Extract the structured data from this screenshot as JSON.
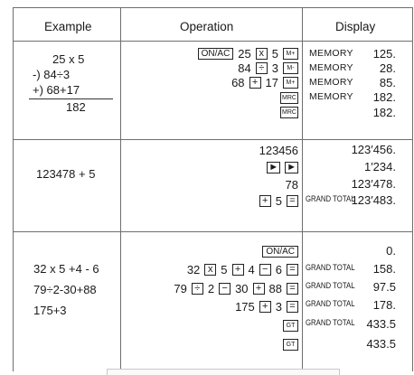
{
  "headers": {
    "example": "Example",
    "operation": "Operation",
    "display": "Display"
  },
  "row1": {
    "example": [
      "25 x 5",
      "-) 84÷3",
      "+) 68+17",
      "182"
    ],
    "operation": {
      "line1": {
        "key1": "ON/AC",
        "n1": "25",
        "key2": "x",
        "n2": "5",
        "key3": "M+"
      },
      "line2": {
        "n1": "84",
        "key1": "÷",
        "n2": "3",
        "key2": "M-"
      },
      "line3": {
        "n1": "68",
        "key1": "+",
        "n2": "17",
        "key2": "M+"
      },
      "line4": {
        "key1": "MRC"
      },
      "line5": {
        "key1": "MRC"
      }
    },
    "display": [
      {
        "label": "MEMORY",
        "value": "125."
      },
      {
        "label": "MEMORY",
        "value": "28."
      },
      {
        "label": "MEMORY",
        "value": "85."
      },
      {
        "label": "MEMORY",
        "value": "182."
      },
      {
        "label": "",
        "value": "182."
      }
    ]
  },
  "row2": {
    "example": "123478 + 5",
    "operation": {
      "line1": {
        "n1": "123456"
      },
      "line2": {
        "key1": "►",
        "key2": "►"
      },
      "line3": {
        "n1": "78"
      },
      "line4": {
        "key1": "+",
        "n1": "5",
        "key2": "="
      }
    },
    "display": [
      {
        "label": "",
        "value": "123′456."
      },
      {
        "label": "",
        "value": "1′234."
      },
      {
        "label": "",
        "value": "123′478."
      },
      {
        "label": "GRAND TOTAL",
        "value": "123′483."
      }
    ]
  },
  "row3": {
    "example": [
      "32 x 5 +4 - 6",
      "79÷2-30+88",
      "175+3"
    ],
    "operation": {
      "line1": {
        "key1": "ON/AC"
      },
      "line2": {
        "n1": "32",
        "k1": "x",
        "n2": "5",
        "k2": "+",
        "n3": "4",
        "k3": "−",
        "n4": "6",
        "k4": "="
      },
      "line3": {
        "n1": "79",
        "k1": "÷",
        "n2": "2",
        "k2": "−",
        "n3": "30",
        "k3": "+",
        "n4": "88",
        "k4": "="
      },
      "line4": {
        "n1": "175",
        "k1": "+",
        "n2": "3",
        "k2": "="
      },
      "line5": {
        "key1": "GT"
      },
      "line6": {
        "key1": "GT"
      }
    },
    "display": [
      {
        "label": "",
        "value": "0."
      },
      {
        "label": "GRAND TOTAL",
        "value": "158."
      },
      {
        "label": "GRAND TOTAL",
        "value": "97.5"
      },
      {
        "label": "GRAND TOTAL",
        "value": "178."
      },
      {
        "label": "GRAND TOTAL",
        "value": "433.5"
      },
      {
        "label": "",
        "value": "433.5"
      }
    ]
  }
}
